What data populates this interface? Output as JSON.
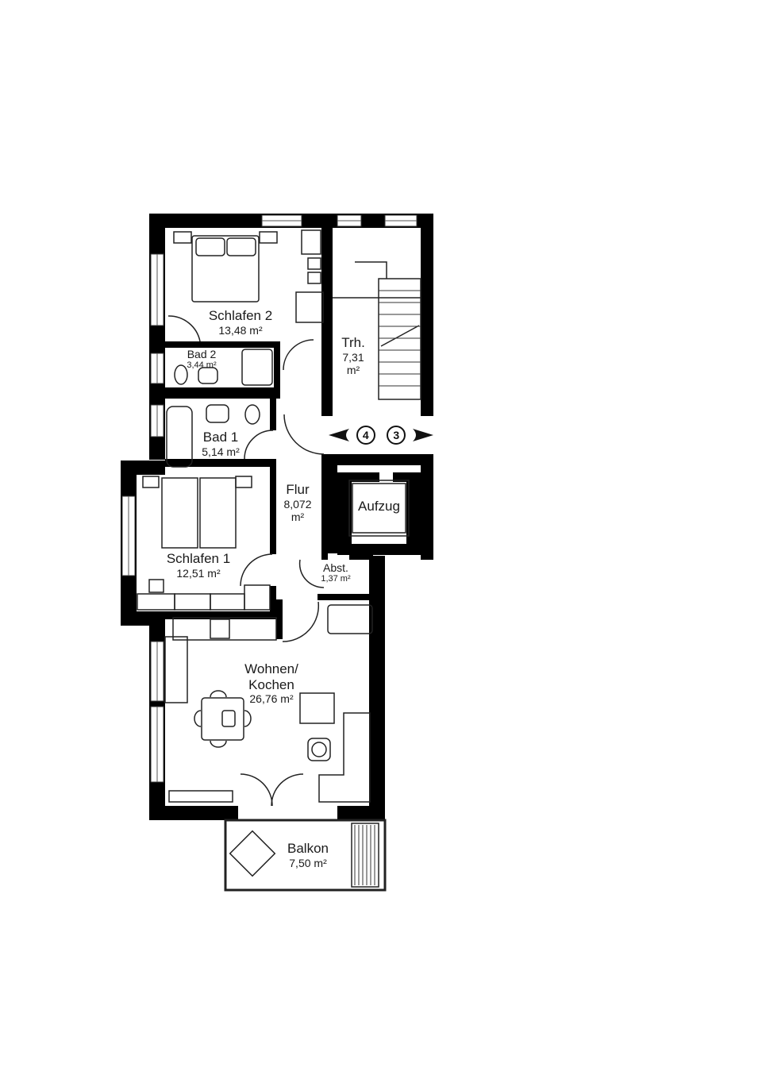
{
  "plan": {
    "type": "apartment floor plan",
    "rooms": [
      {
        "id": "schlafen2",
        "name": "Schlafen 2",
        "area": "13,48 m²"
      },
      {
        "id": "bad2",
        "name": "Bad 2",
        "area": "3,44 m²"
      },
      {
        "id": "trh",
        "name": "Trh.",
        "area": "7,31",
        "area_unit": "m²"
      },
      {
        "id": "bad1",
        "name": "Bad 1",
        "area": "5,14 m²"
      },
      {
        "id": "flur",
        "name": "Flur",
        "area": "8,072",
        "area_unit": "m²"
      },
      {
        "id": "aufzug",
        "name": "Aufzug"
      },
      {
        "id": "schlafen1",
        "name": "Schlafen 1",
        "area": "12,51 m²"
      },
      {
        "id": "abst",
        "name": "Abst.",
        "area": "1,37 m²"
      },
      {
        "id": "wohnen",
        "name": "Wohnen/",
        "name2": "Kochen",
        "area": "26,76  m²"
      },
      {
        "id": "balkon",
        "name": "Balkon",
        "area": "7,50 m²"
      }
    ],
    "unit_markers": {
      "left": "4",
      "right": "3"
    },
    "colors": {
      "wall": "#000000",
      "line": "#222222",
      "background": "#ffffff"
    }
  }
}
